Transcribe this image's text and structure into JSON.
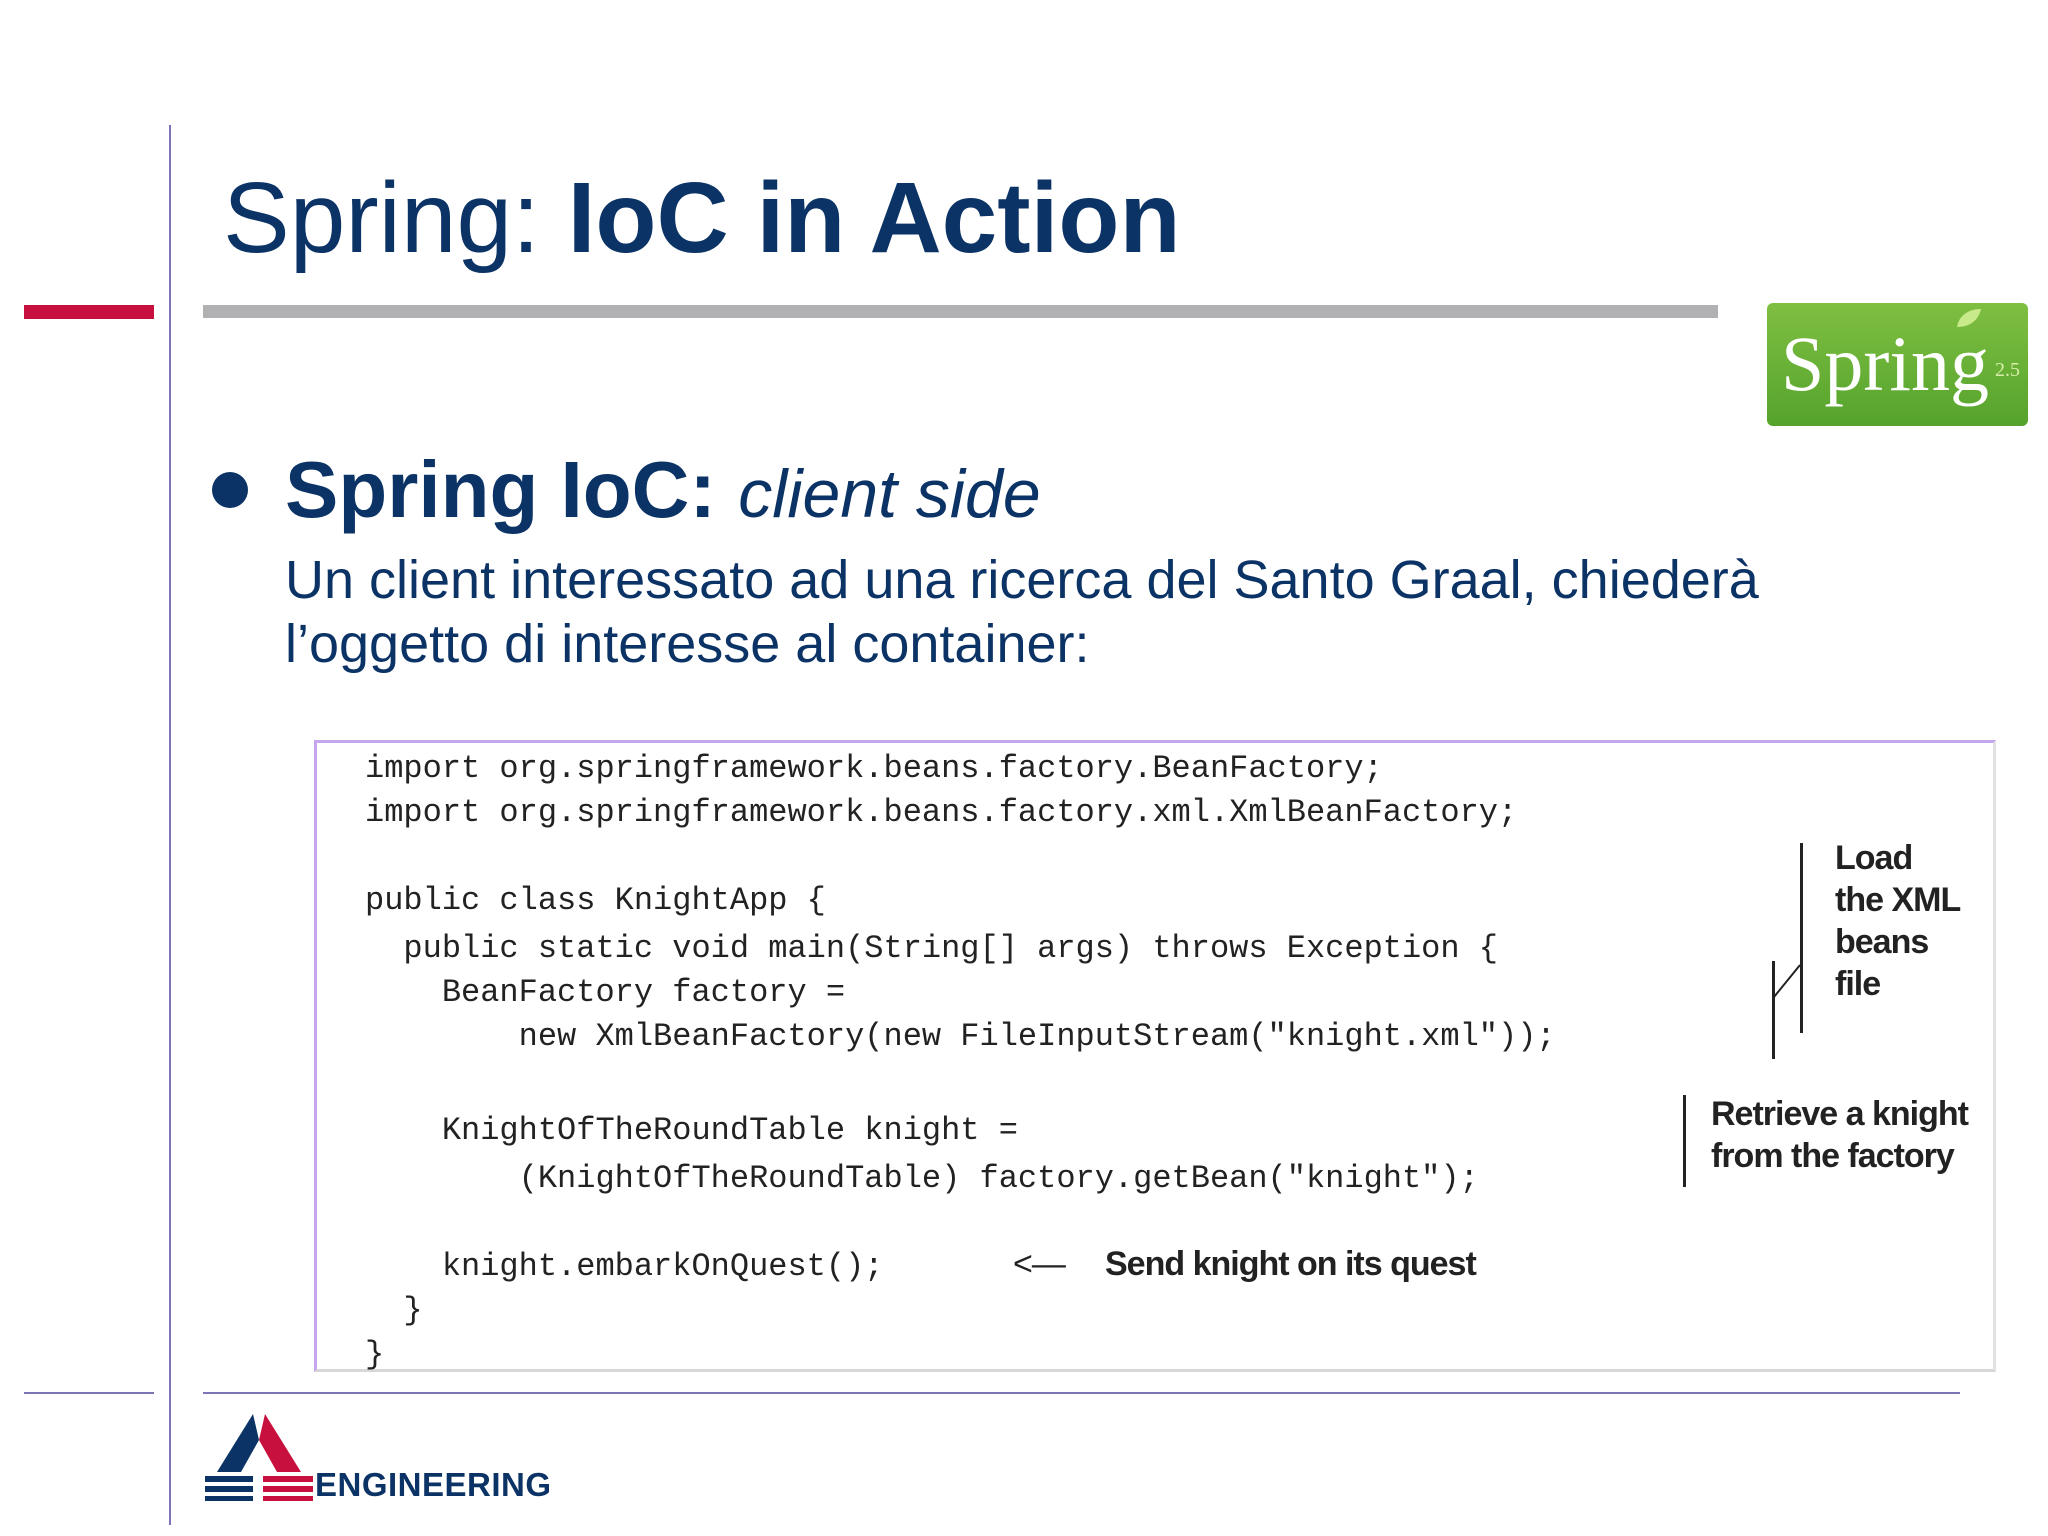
{
  "slide": {
    "title_prefix": "Spring: ",
    "title_bold": "IoC in Action",
    "heading_bold": "Spring IoC:",
    "heading_italic": "client side",
    "paragraph_lines": [
      "Un client interessato ad una ricerca del Santo Graal, chiederà",
      "l’oggetto di interesse al container:"
    ]
  },
  "logo": {
    "text": "Spring",
    "version": "2.5",
    "color": "#6cb33f"
  },
  "code": {
    "lines": [
      "import org.springframework.beans.factory.BeanFactory;",
      "import org.springframework.beans.factory.xml.XmlBeanFactory;",
      "public class KnightApp {",
      "  public static void main(String[] args) throws Exception {",
      "    BeanFactory factory =",
      "        new XmlBeanFactory(new FileInputStream(\"knight.xml\"));",
      "    KnightOfTheRoundTable knight =",
      "        (KnightOfTheRoundTable) factory.getBean(\"knight\");",
      "    knight.embarkOnQuest();",
      "  }",
      "}"
    ]
  },
  "annotations": {
    "load_xml": [
      "Load",
      "the XML",
      "beans",
      "file"
    ],
    "retrieve": [
      "Retrieve a knight",
      "from the factory"
    ],
    "send": "Send knight on its quest",
    "send_arrow": "<—"
  },
  "footer": {
    "company": "ENGINEERING"
  },
  "colors": {
    "title": "#0b3366",
    "accent_red": "#c8103e",
    "rule_gray": "#b1b1b4",
    "rule_purple": "#7b74b8"
  }
}
